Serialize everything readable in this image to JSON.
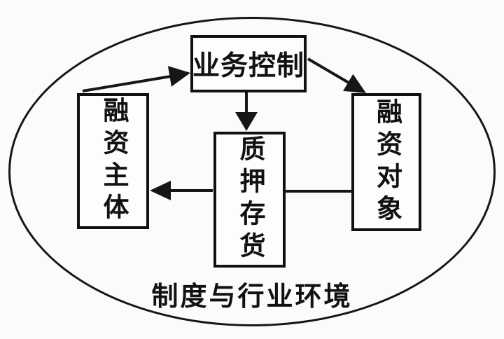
{
  "diagram": {
    "nodes": {
      "business_control": {
        "label": "业务控制"
      },
      "financing_subject": {
        "label": "融资主体"
      },
      "pledged_inventory": {
        "label": "质押存货"
      },
      "financing_object": {
        "label": "融资对象"
      }
    },
    "environment_label": "制度与行业环境",
    "edges": [
      {
        "from": "financing_subject",
        "to": "business_control",
        "arrowhead": "at-business_control"
      },
      {
        "from": "business_control",
        "to": "financing_object",
        "arrowhead": "at-financing_object"
      },
      {
        "from": "business_control",
        "to": "pledged_inventory",
        "arrowhead": "at-pledged_inventory"
      },
      {
        "from": "pledged_inventory",
        "to": "financing_subject",
        "arrowhead": "at-financing_subject"
      },
      {
        "from": "financing_object",
        "to": "pledged_inventory",
        "arrowhead": "none"
      }
    ],
    "colors": {
      "line": "#161616",
      "background": "#fbfbfb",
      "node_fill": "#fdfdfd",
      "text": "#111111"
    }
  }
}
